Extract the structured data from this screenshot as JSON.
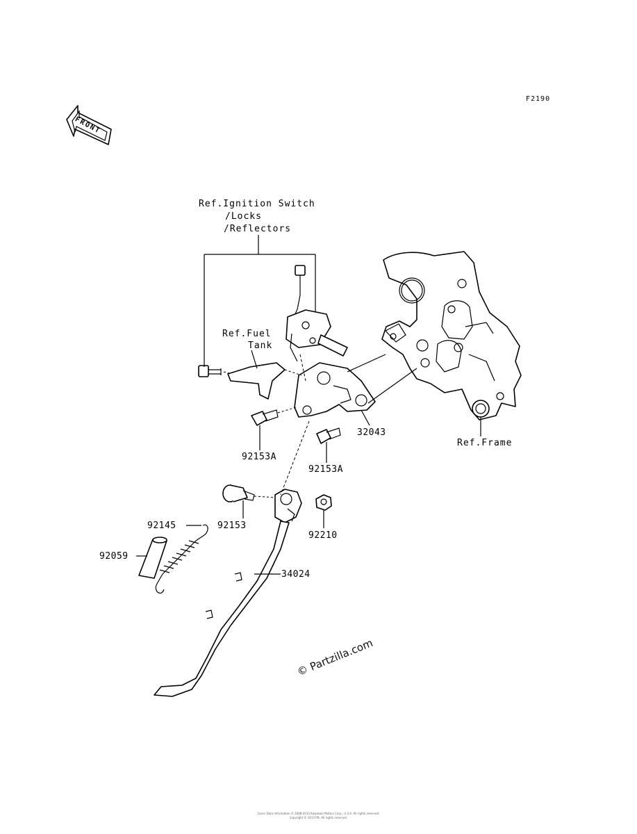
{
  "figure_code": "F2190",
  "front_badge": "FRONT",
  "references": {
    "ignition_line1": "Ref.Ignition Switch",
    "ignition_line2": "/Locks",
    "ignition_line3": "/Reflectors",
    "fuel_tank_line1": "Ref.Fuel",
    "fuel_tank_line2": "Tank",
    "frame": "Ref.Frame"
  },
  "parts": [
    {
      "id": "p-32043",
      "number": "32043"
    },
    {
      "id": "p-92153a-left",
      "number": "92153A"
    },
    {
      "id": "p-92153a-right",
      "number": "92153A"
    },
    {
      "id": "p-92153",
      "number": "92153"
    },
    {
      "id": "p-92210",
      "number": "92210"
    },
    {
      "id": "p-92145",
      "number": "92145"
    },
    {
      "id": "p-92059",
      "number": "92059"
    },
    {
      "id": "p-34024",
      "number": "34024"
    }
  ],
  "watermark": "© Partzilla.com",
  "footer_line1": "Cover Data Information © 2008-2013 Kawasaki Motors Corp., U.S.A. All rights reserved.",
  "footer_line2": "Copyright © 2013 Ptt. All rights reserved."
}
